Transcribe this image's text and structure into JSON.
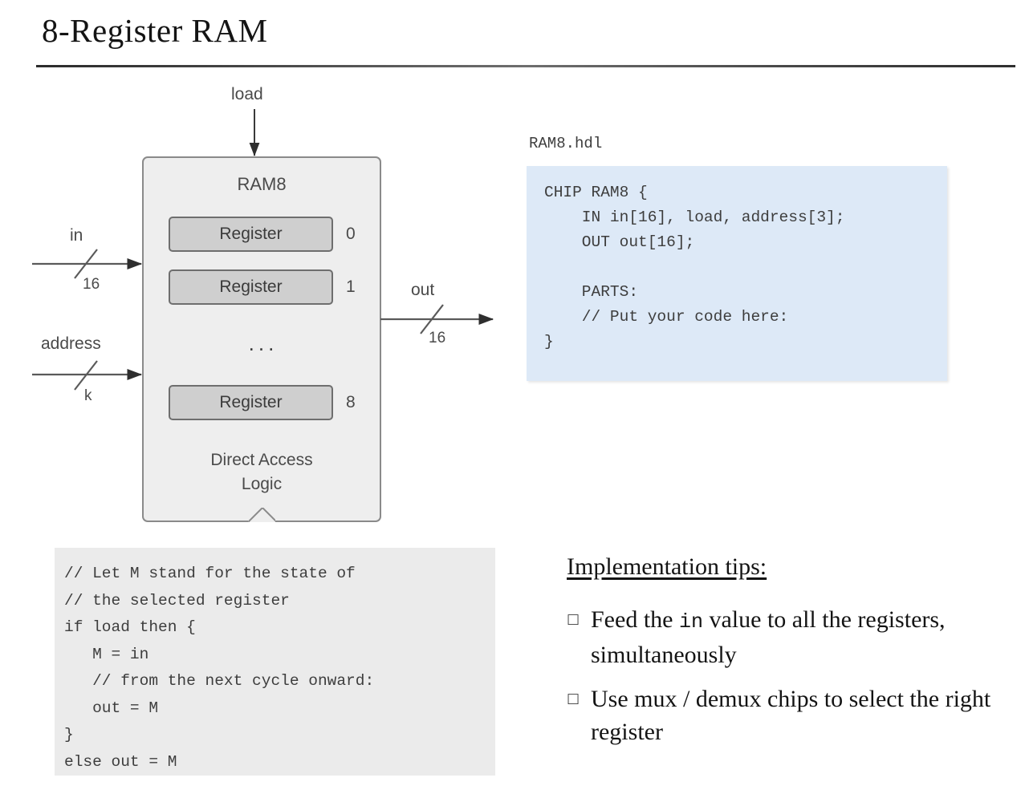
{
  "slide": {
    "title": "8-Register RAM"
  },
  "diagram": {
    "chip_name": "RAM8",
    "bottom_logic_line1": "Direct Access",
    "bottom_logic_line2": "Logic",
    "ellipsis": "...",
    "signals": {
      "load_label": "load",
      "in_label": "in",
      "in_width": "16",
      "address_label": "address",
      "address_width": "k",
      "out_label": "out",
      "out_width": "16"
    },
    "registers": [
      {
        "label": "Register",
        "index": "0"
      },
      {
        "label": "Register",
        "index": "1"
      },
      {
        "label": "Register",
        "index": "8"
      }
    ]
  },
  "hdl": {
    "filename": "RAM8.hdl",
    "code": "CHIP RAM8 {\n    IN in[16], load, address[3];\n    OUT out[16];\n\n    PARTS:\n    // Put your code here:\n}",
    "background": "#dde9f7"
  },
  "pseudocode": {
    "code": "// Let M stand for the state of\n// the selected register\nif load then {\n   M = in\n   // from the next cycle onward:\n   out = M\n}\nelse out = M",
    "background": "#ebebeb"
  },
  "tips": {
    "heading": "Implementation tips:",
    "bullet_glyph": "□",
    "items": [
      {
        "part1": "Feed the ",
        "mono": "in",
        "part2": " value to all the registers, simultaneously"
      },
      {
        "part1": "Use mux / demux chips to select the right register",
        "mono": "",
        "part2": ""
      }
    ]
  }
}
